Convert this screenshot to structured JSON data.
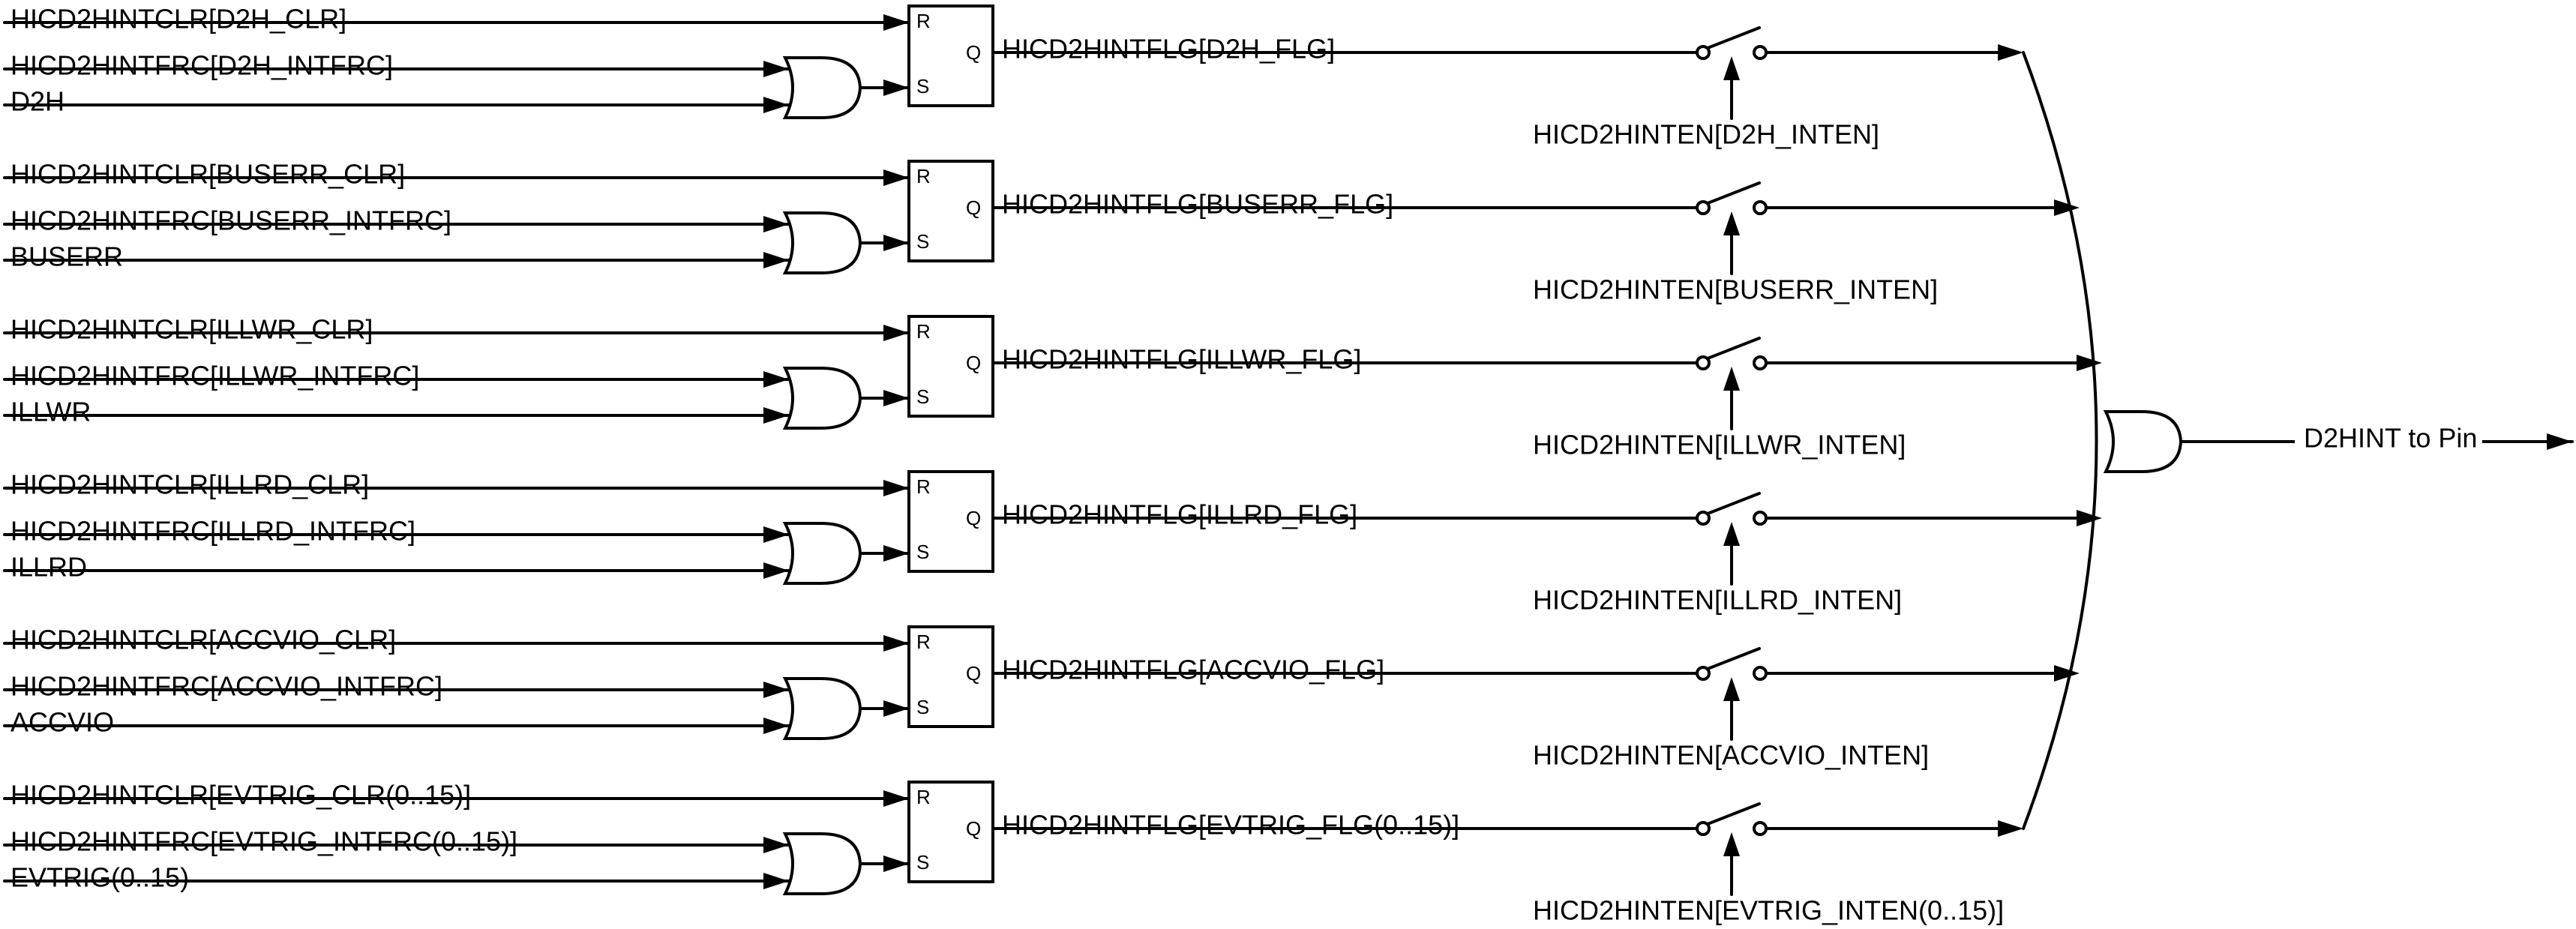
{
  "ff_pins": {
    "r": "R",
    "s": "S",
    "q": "Q"
  },
  "stages": [
    {
      "clr": "HICD2HINTCLR[D2H_CLR]",
      "frc": "HICD2HINTFRC[D2H_INTFRC]",
      "src": "D2H",
      "flg": "HICD2HINTFLG[D2H_FLG]",
      "en": "HICD2HINTEN[D2H_INTEN]"
    },
    {
      "clr": "HICD2HINTCLR[BUSERR_CLR]",
      "frc": "HICD2HINTFRC[BUSERR_INTFRC]",
      "src": "BUSERR",
      "flg": "HICD2HINTFLG[BUSERR_FLG]",
      "en": "HICD2HINTEN[BUSERR_INTEN]"
    },
    {
      "clr": "HICD2HINTCLR[ILLWR_CLR]",
      "frc": "HICD2HINTFRC[ILLWR_INTFRC]",
      "src": "ILLWR",
      "flg": "HICD2HINTFLG[ILLWR_FLG]",
      "en": "HICD2HINTEN[ILLWR_INTEN]"
    },
    {
      "clr": "HICD2HINTCLR[ILLRD_CLR]",
      "frc": "HICD2HINTFRC[ILLRD_INTFRC]",
      "src": "ILLRD",
      "flg": "HICD2HINTFLG[ILLRD_FLG]",
      "en": "HICD2HINTEN[ILLRD_INTEN]"
    },
    {
      "clr": "HICD2HINTCLR[ACCVIO_CLR]",
      "frc": "HICD2HINTFRC[ACCVIO_INTFRC]",
      "src": "ACCVIO",
      "flg": "HICD2HINTFLG[ACCVIO_FLG]",
      "en": "HICD2HINTEN[ACCVIO_INTEN]"
    },
    {
      "clr": "HICD2HINTCLR[EVTRIG_CLR(0..15)]",
      "frc": "HICD2HINTFRC[EVTRIG_INTFRC(0..15)]",
      "src": "EVTRIG(0..15)",
      "flg": "HICD2HINTFLG[EVTRIG_FLG(0..15)]",
      "en": "HICD2HINTEN[EVTRIG_INTEN(0..15)]"
    }
  ],
  "output_label": "D2HINT to Pin",
  "colors": {
    "line": "#000000",
    "background": "#ffffff"
  }
}
